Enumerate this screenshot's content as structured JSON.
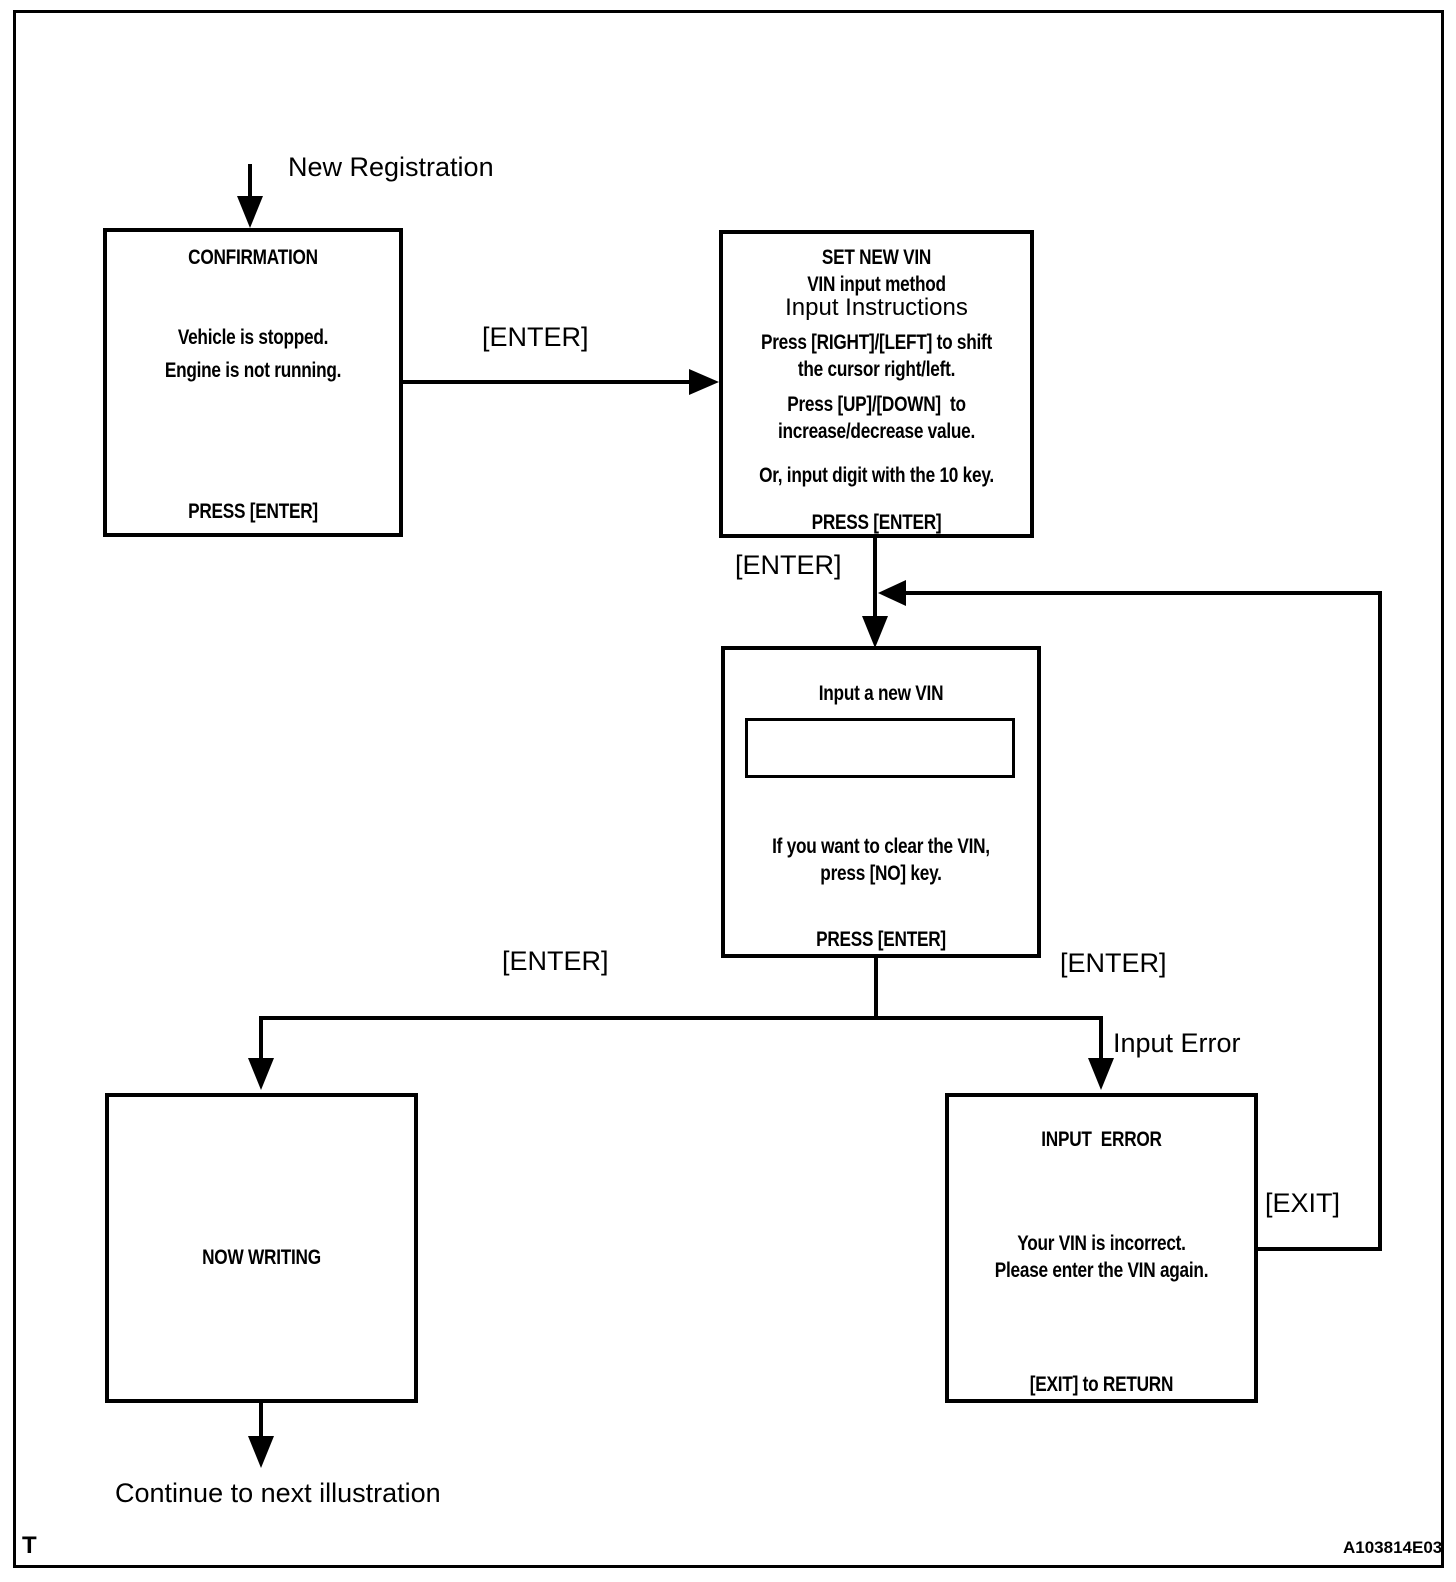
{
  "labels": {
    "new_registration": "New Registration",
    "enter_top": "[ENTER]",
    "enter_mid": "[ENTER]",
    "enter_left": "[ENTER]",
    "enter_right": "[ENTER]",
    "input_error": "Input Error",
    "exit": "[EXIT]",
    "continue": "Continue to next illustration",
    "corner_t": "T",
    "figure_code": "A103814E03"
  },
  "boxes": {
    "confirmation": {
      "title": "CONFIRMATION",
      "line1": "Vehicle is stopped.",
      "line2": "Engine is not running.",
      "footer": "PRESS [ENTER]"
    },
    "set_new_vin": {
      "title": "SET NEW VIN",
      "subtitle": "VIN input method",
      "heading": "Input Instructions",
      "line1": "Press [RIGHT]/[LEFT] to shift",
      "line2": "the cursor right/left.",
      "line3": "Press [UP]/[DOWN]  to",
      "line4": "increase/decrease value.",
      "line5": "Or, input digit with the 10 key.",
      "footer": "PRESS [ENTER]"
    },
    "input_vin": {
      "title": "Input a new VIN",
      "field_value": "",
      "line1": "If you want to clear the VIN,",
      "line2": "press [NO] key.",
      "footer": "PRESS [ENTER]"
    },
    "now_writing": {
      "title": "NOW WRITING"
    },
    "input_error": {
      "title": "INPUT  ERROR",
      "line1": "Your VIN is incorrect.",
      "line2": "Please enter the VIN again.",
      "footer": "[EXIT] to RETURN"
    }
  },
  "colors": {
    "ink": "#000000",
    "background": "#ffffff"
  }
}
